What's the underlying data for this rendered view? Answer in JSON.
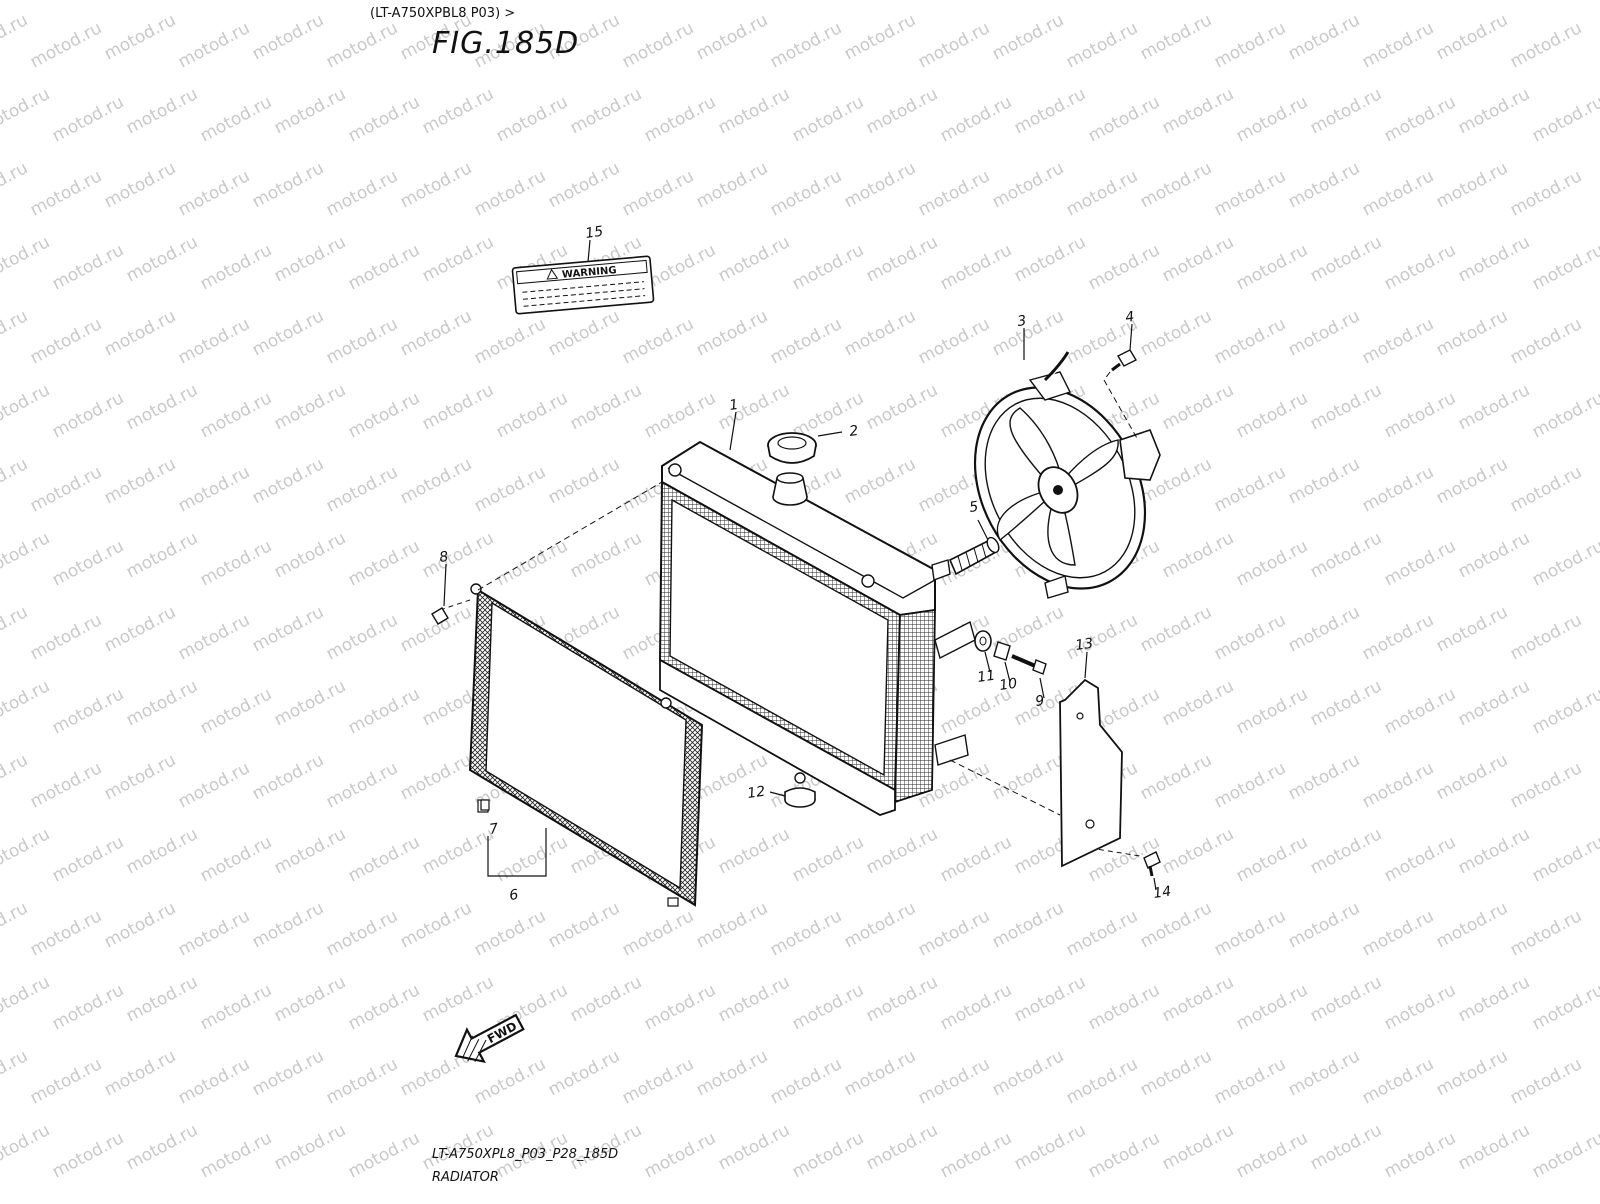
{
  "header": {
    "model_line": "(LT-A750XPBL8 P03) >",
    "figure_title": "FIG.185D"
  },
  "footer": {
    "code": "LT-A750XPL8_P03_P28_185D",
    "name": "RADIATOR"
  },
  "watermark": "motod.ru",
  "warning_label": "WARNING",
  "fwd_arrow_label": "FWD",
  "callouts": [
    "1",
    "2",
    "3",
    "4",
    "5",
    "6",
    "7",
    "8",
    "9",
    "10",
    "11",
    "12",
    "13",
    "14",
    "15"
  ]
}
